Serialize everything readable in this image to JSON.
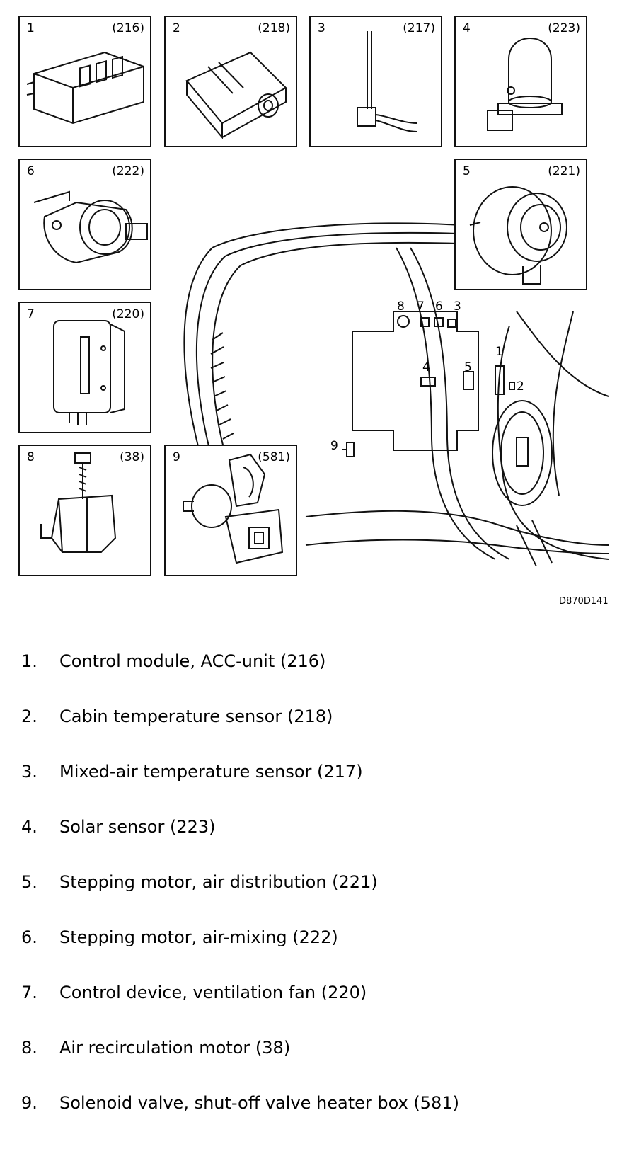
{
  "panels": [
    {
      "num": "1",
      "code": "(216)",
      "icon": "control-module-icon"
    },
    {
      "num": "2",
      "code": "(218)",
      "icon": "cabin-sensor-icon"
    },
    {
      "num": "3",
      "code": "(217)",
      "icon": "mixed-air-sensor-icon"
    },
    {
      "num": "4",
      "code": "(223)",
      "icon": "solar-sensor-icon"
    },
    {
      "num": "6",
      "code": "(222)",
      "icon": "stepping-motor-air-mixing-icon"
    },
    {
      "num": "5",
      "code": "(221)",
      "icon": "stepping-motor-air-distribution-icon"
    },
    {
      "num": "7",
      "code": "(220)",
      "icon": "fan-control-device-icon"
    },
    {
      "num": "8",
      "code": "(38)",
      "icon": "recirculation-motor-icon"
    },
    {
      "num": "9",
      "code": "(581)",
      "icon": "solenoid-valve-icon"
    }
  ],
  "callouts": [
    "8",
    "7",
    "6",
    "3",
    "4",
    "5",
    "1",
    "2",
    "9"
  ],
  "figure_id": "D870D141",
  "legend": [
    {
      "idx": "1.",
      "text": "Control module, ACC-unit (216)"
    },
    {
      "idx": "2.",
      "text": "Cabin temperature sensor (218)"
    },
    {
      "idx": "3.",
      "text": "Mixed-air temperature sensor (217)"
    },
    {
      "idx": "4.",
      "text": "Solar sensor (223)"
    },
    {
      "idx": "5.",
      "text": "Stepping motor, air distribution (221)"
    },
    {
      "idx": "6.",
      "text": "Stepping motor, air-mixing (222)"
    },
    {
      "idx": "7.",
      "text": "Control device, ventilation fan (220)"
    },
    {
      "idx": "8.",
      "text": "Air recirculation motor (38)"
    },
    {
      "idx": "9.",
      "text": "Solenoid valve, shut-off valve heater box (581)"
    }
  ]
}
